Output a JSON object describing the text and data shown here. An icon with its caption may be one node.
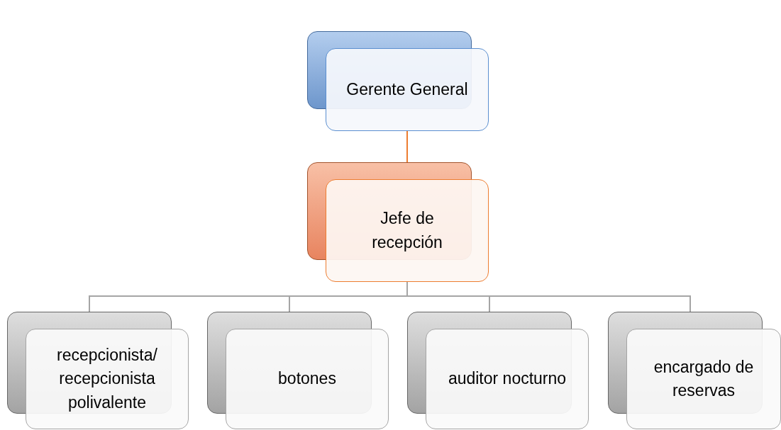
{
  "diagram": {
    "nodes": [
      {
        "text": [
          "Gerente General"
        ]
      },
      {
        "text": [
          "Jefe de recepción"
        ]
      },
      {
        "text": [
          "recepcionista/ recepcionista polivalente"
        ]
      },
      {
        "text": [
          "botones"
        ]
      },
      {
        "text": [
          "auditor nocturno"
        ]
      },
      {
        "text": [
          "encargado de reservas"
        ]
      }
    ],
    "edges": [
      {
        "from": 0,
        "to": 1,
        "arrow": "none",
        "color": "#ed7d31"
      },
      {
        "from": 1,
        "to": 2,
        "arrow": "none"
      },
      {
        "from": 1,
        "to": 3,
        "arrow": "none"
      },
      {
        "from": 1,
        "to": 4,
        "arrow": "none"
      },
      {
        "from": 1,
        "to": 5,
        "arrow": "none"
      }
    ]
  }
}
